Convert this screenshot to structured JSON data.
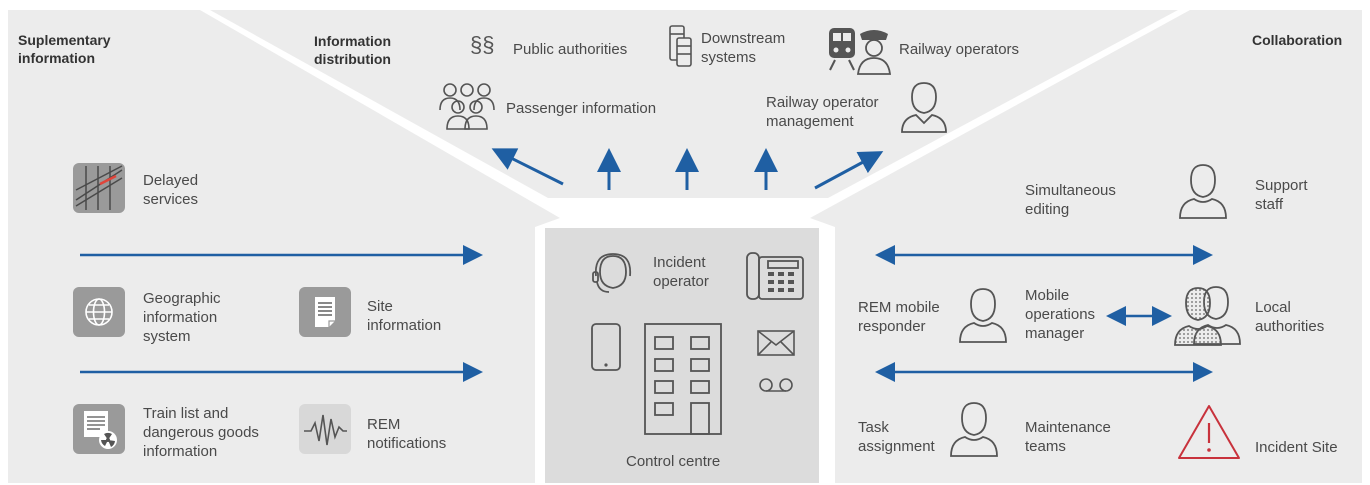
{
  "colors": {
    "panel": "#ececec",
    "center_panel": "#dcdcdc",
    "arrow": "#1f5fa3",
    "icon": "#555555",
    "warning": "#c8323c",
    "line_red": "#e0443a"
  },
  "headers": {
    "left": "Suplementary\ninformation",
    "top": "Information\ndistribution",
    "right": "Collaboration"
  },
  "top_items": {
    "public_authorities": "Public authorities",
    "downstream_systems": "Downstream\nsystems",
    "railway_operators": "Railway operators",
    "passenger_information": "Passenger information",
    "railway_operator_management": "Railway operator\nmanagement"
  },
  "left_items": {
    "delayed_services": "Delayed\nservices",
    "gis": "Geographic\ninformation\nsystem",
    "site_information": "Site\ninformation",
    "train_list": "Train list and\ndangerous goods\ninformation",
    "rem_notifications": "REM\nnotifications"
  },
  "center_items": {
    "incident_operator": "Incident\noperator",
    "control_centre": "Control centre"
  },
  "right_items": {
    "simultaneous_editing": "Simultaneous\nediting",
    "support_staff": "Support\nstaff",
    "rem_mobile_responder": "REM mobile\nresponder",
    "mobile_operations_manager": "Mobile\noperations\nmanager",
    "local_authorities": "Local\nauthorities",
    "task_assignment": "Task\nassignment",
    "maintenance_teams": "Maintenance\nteams",
    "incident_site": "Incident Site"
  },
  "icons": {
    "paragraph": "§§"
  }
}
